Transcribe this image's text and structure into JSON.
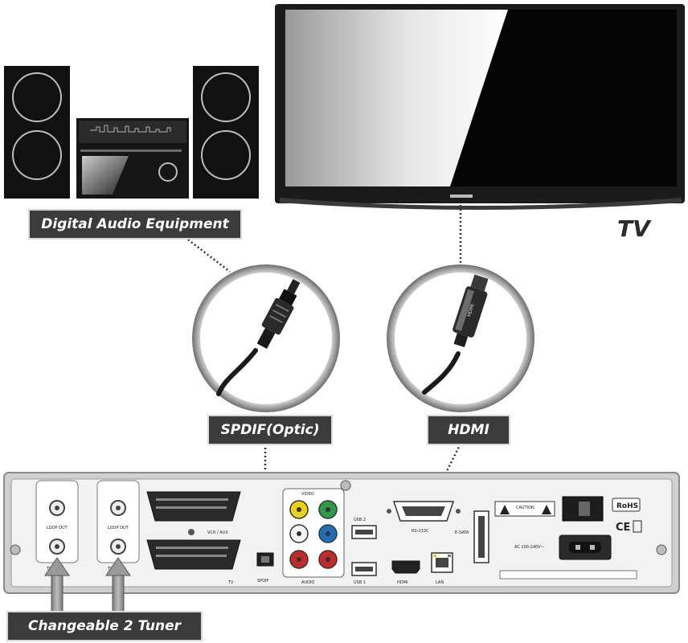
{
  "labels": {
    "digital_audio": "Digital Audio Equipment",
    "tv": "TV",
    "spdif": "SPDIF(Optic)",
    "hdmi": "HDMI",
    "tuner": "Changeable 2 Tuner"
  },
  "panel": {
    "tuner_a": "TUNER A",
    "tuner_b": "TUNER B",
    "loop_out": "LOOP OUT",
    "vcr_aux": "VCR / AUX",
    "tv_scart": "TV",
    "spdif": "SPDIF",
    "video": "VIDEO",
    "audio": "AUDIO",
    "usb2": "USB 2",
    "usb1": "USB 1",
    "rs232": "RS-232C",
    "hdmi": "HDMI",
    "lan": "LAN",
    "esata": "E-SATA",
    "caution": "CAUTION",
    "rohs": "RoHS",
    "ce": "CE",
    "ac": "AC 100-240V~"
  },
  "colors": {
    "label_bg": "#3b3b3b",
    "panel_bg": "#f2f2f2",
    "speaker_bg": "#111111",
    "rca_yellow": "#e8d21a",
    "rca_green": "#2f9a4a",
    "rca_blue": "#1f6fb8",
    "rca_red": "#c42a2a",
    "rca_white": "#f4f4f4"
  }
}
